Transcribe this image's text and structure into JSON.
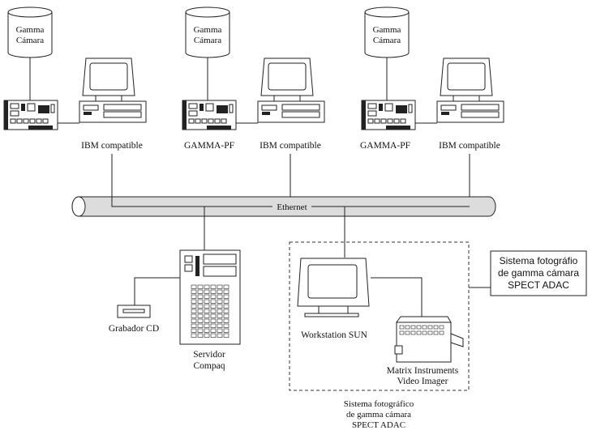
{
  "camera_label_line1": "Gamma",
  "camera_label_line2": "Cámara",
  "stations": [
    {
      "computer_label": "IBM compatible",
      "card_label": ""
    },
    {
      "computer_label": "IBM compatible",
      "card_label": "GAMMA-PF"
    },
    {
      "computer_label": "IBM compatible",
      "card_label": "GAMMA-PF"
    }
  ],
  "network_label": "Ethernet",
  "server_label_line1": "Servidor",
  "server_label_line2": "Compaq",
  "cd_label": "Grabador CD",
  "workstation_label": "Workstation SUN",
  "imager_label_line1": "Matrix Instruments",
  "imager_label_line2": "Video Imager",
  "callout_lines": [
    "Sistema fotográfio",
    "de gamma cámara",
    "SPECT ADAC"
  ],
  "group_caption_lines": [
    "Sistema fotográfico",
    "de gamma cámara",
    "SPECT ADAC"
  ]
}
